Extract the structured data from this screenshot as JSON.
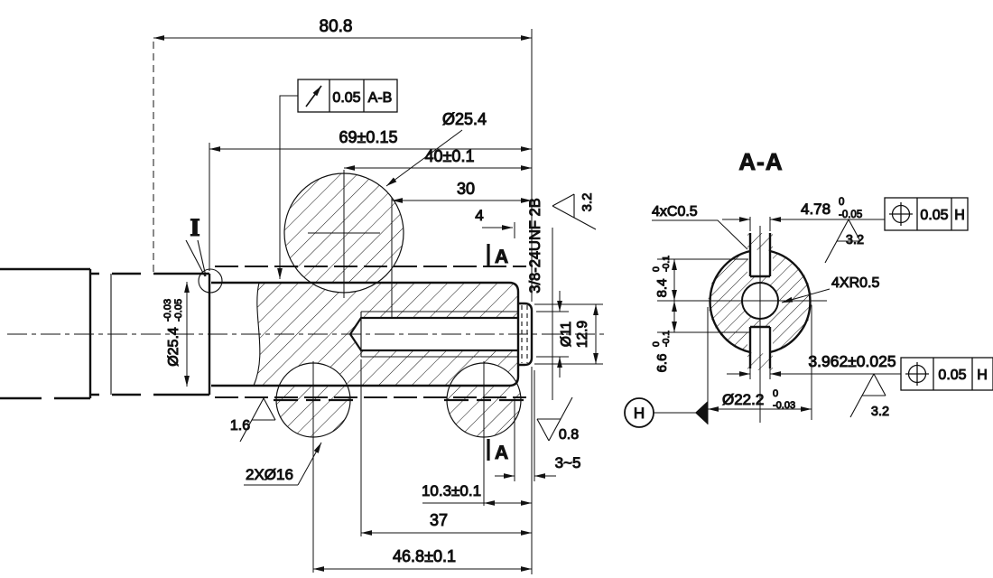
{
  "drawing": {
    "ink": "#111111",
    "background": "#ffffff",
    "main_view": {
      "dim_overall": "80.8",
      "dim_69": "69±0.15",
      "dim_40": "40±0.1",
      "dim_30": "30",
      "dim_4": "4",
      "bore_label": "Ø25.4",
      "thread_spec": "3/8-24UNF 2B",
      "thread_finish": "3.2",
      "journal_dia": "Ø25.4",
      "journal_tol_upper": "-0.03",
      "journal_tol_lower": "-0.05",
      "finish_left": "1.6",
      "holes_label": "2XØ16",
      "stub_bore": "Ø11",
      "stub_od": "12.9",
      "finish_end": "0.8",
      "dim_relief": "3~5",
      "dim_103": "10.3±0.1",
      "dim_37": "37",
      "dim_468": "46.8±0.1",
      "datum_i": "I",
      "section_letter_top": "A",
      "section_letter_bottom": "A",
      "fcf_runout": {
        "tolerance": "0.05",
        "datum": "A-B"
      }
    },
    "section_view": {
      "title": "A-A",
      "chamfer_label": "4xC0.5",
      "radius_label": "4XR0.5",
      "slot_top_width": {
        "value": "4.78",
        "tol_upper": "0",
        "tol_lower": "-0.05"
      },
      "finish_top": "3.2",
      "fcf_top": {
        "tolerance": "0.05",
        "datum": "H"
      },
      "depth_upper": {
        "value": "8.4",
        "tol_upper": "0",
        "tol_lower": "-0.1"
      },
      "depth_lower": {
        "value": "6.6",
        "tol_upper": "0",
        "tol_lower": "-0.1"
      },
      "slot_bottom_width": "3.962±0.025",
      "finish_bottom": "3.2",
      "fcf_bottom": {
        "tolerance": "0.05",
        "datum": "H"
      },
      "outer_dia": {
        "value": "Ø22.2",
        "tol_upper": "0",
        "tol_lower": "-0.03"
      },
      "datum_h": "H"
    }
  }
}
